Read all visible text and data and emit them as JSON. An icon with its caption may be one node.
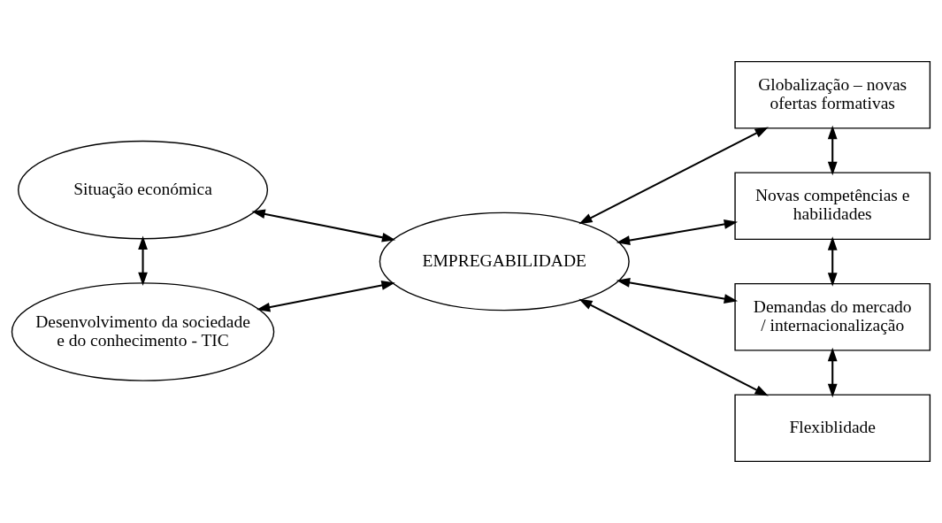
{
  "diagram": {
    "nodes": [
      {
        "text": [
          "Situação económica"
        ]
      },
      {
        "text": [
          "EMPREGABILIDADE"
        ]
      },
      {
        "text": [
          "Desenvolvimento da sociedade e do conhecimento - TIC"
        ]
      },
      {
        "text": [
          "Globalização – novas ofertas formativas"
        ]
      },
      {
        "text": [
          "Novas competências e habilidades"
        ]
      },
      {
        "text": [
          "Demandas do mercado / internacionalização"
        ]
      },
      {
        "text": [
          "Flexiblidade"
        ]
      }
    ],
    "edges": [
      {
        "from": 0,
        "to": 1,
        "arrow": "both"
      },
      {
        "from": 0,
        "to": 2,
        "arrow": "both"
      },
      {
        "from": 2,
        "to": 1,
        "arrow": "both"
      },
      {
        "from": 1,
        "to": 3,
        "arrow": "both"
      },
      {
        "from": 1,
        "to": 4,
        "arrow": "both"
      },
      {
        "from": 1,
        "to": 5,
        "arrow": "both"
      },
      {
        "from": 1,
        "to": 6,
        "arrow": "both"
      },
      {
        "from": 3,
        "to": 4,
        "arrow": "both"
      },
      {
        "from": 4,
        "to": 5,
        "arrow": "both"
      },
      {
        "from": 5,
        "to": 6,
        "arrow": "both"
      }
    ]
  }
}
